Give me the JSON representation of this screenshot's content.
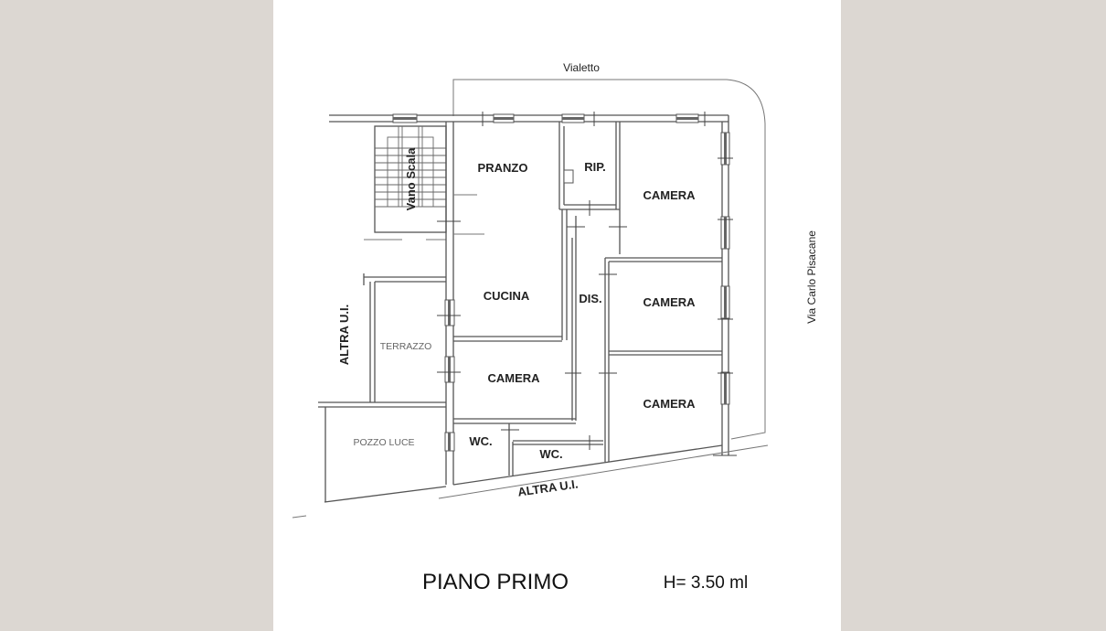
{
  "drawing": {
    "title": "PIANO PRIMO",
    "height_note": "H= 3.50 ml"
  },
  "streets": {
    "top": "Vialetto",
    "right": "Via Carlo Pisacane",
    "bottom": "ALTRA U.I.",
    "left": "ALTRA U.I."
  },
  "rooms": {
    "stair": "Vano Scala",
    "pranzo": "PRANZO",
    "rip": "RIP.",
    "camera_1": "CAMERA",
    "cucina": "CUCINA",
    "dis": "DIS.",
    "camera_2": "CAMERA",
    "terrazzo": "TERRAZZO",
    "camera_3": "CAMERA",
    "camera_4": "CAMERA",
    "pozzo_luce": "POZZO LUCE",
    "wc_1": "WC.",
    "wc_2": "WC."
  },
  "colors": {
    "background": "#dcd7d2",
    "sheet": "#ffffff",
    "lines": "#555555"
  }
}
